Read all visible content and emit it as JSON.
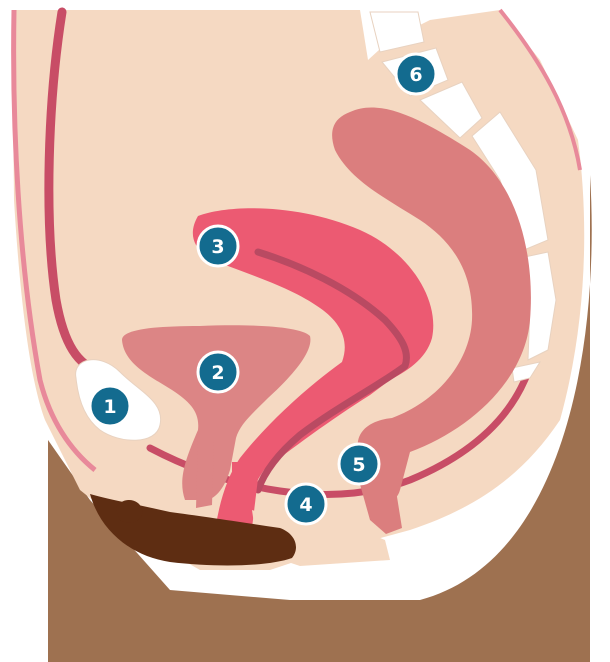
{
  "colors": {
    "skin": "#f5d9c2",
    "skin_outline": "#e8899a",
    "dark_skin": "#9e7150",
    "bone": "#ffffff",
    "bladder": "#dc8585",
    "uterus": "#ec5a72",
    "uterus_inner": "#b94a62",
    "rectum": "#db7e7e",
    "stool": "#5e2d12",
    "outline": "#c84d66",
    "marker": "#136b8f",
    "marker_text": "#ffffff"
  },
  "markers": [
    {
      "label": "1",
      "icon": "number-marker"
    },
    {
      "label": "2",
      "icon": "number-marker"
    },
    {
      "label": "3",
      "icon": "number-marker"
    },
    {
      "label": "4",
      "icon": "number-marker"
    },
    {
      "label": "5",
      "icon": "number-marker"
    },
    {
      "label": "6",
      "icon": "number-marker"
    }
  ]
}
